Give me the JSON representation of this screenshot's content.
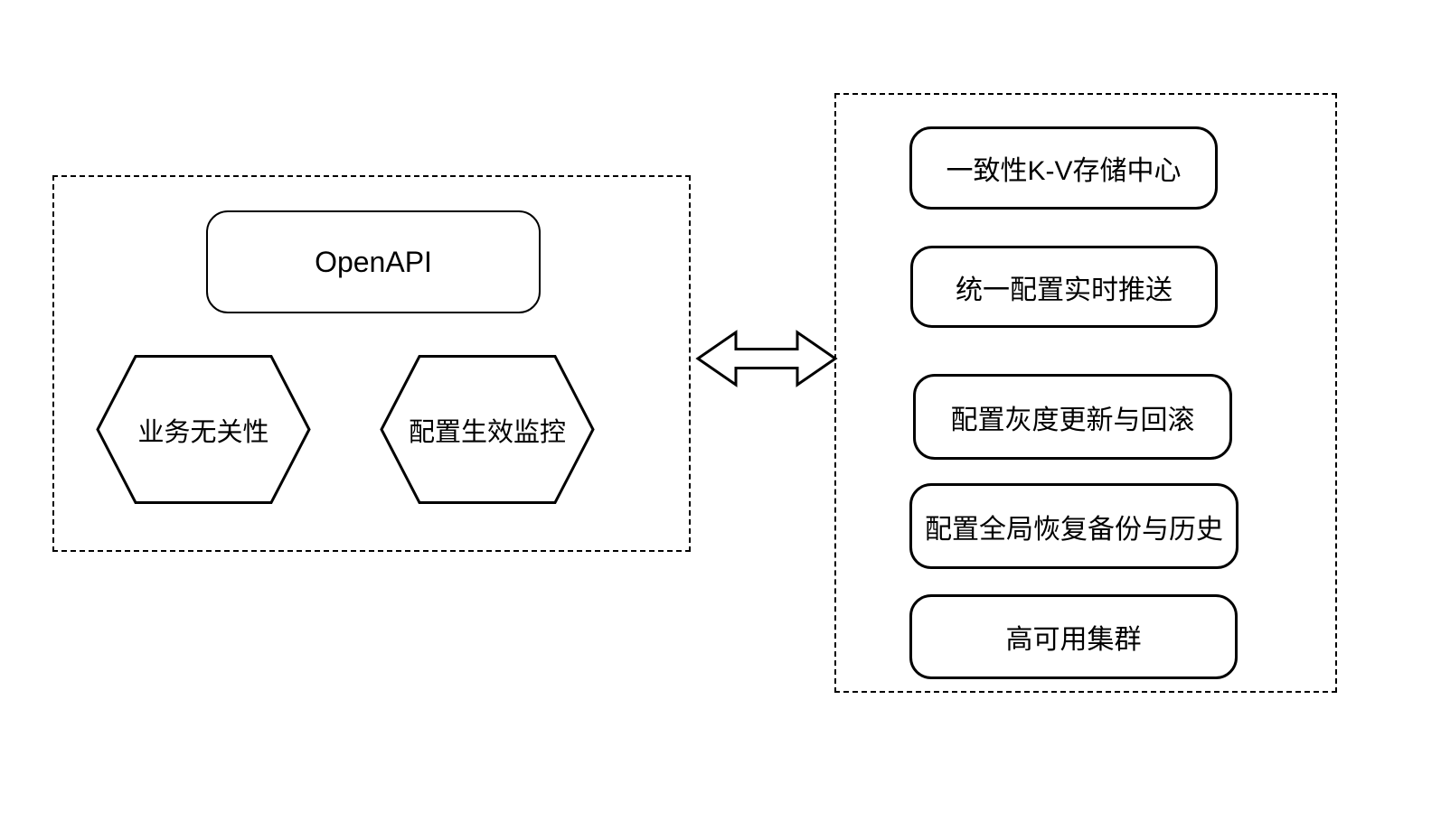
{
  "diagram": {
    "left_panel": {
      "openapi_label": "OpenAPI",
      "hexagons": [
        {
          "label": "业务无关性"
        },
        {
          "label": "配置生效监控"
        }
      ]
    },
    "arrow": {
      "type": "double-headed",
      "direction": "horizontal"
    },
    "right_panel": {
      "items": [
        {
          "label": "一致性K-V存储中心"
        },
        {
          "label": "统一配置实时推送"
        },
        {
          "label": "配置灰度更新与回滚"
        },
        {
          "label": "配置全局恢复备份与历史"
        },
        {
          "label": "高可用集群"
        }
      ]
    },
    "colors": {
      "stroke": "#000000",
      "background": "#ffffff"
    }
  }
}
